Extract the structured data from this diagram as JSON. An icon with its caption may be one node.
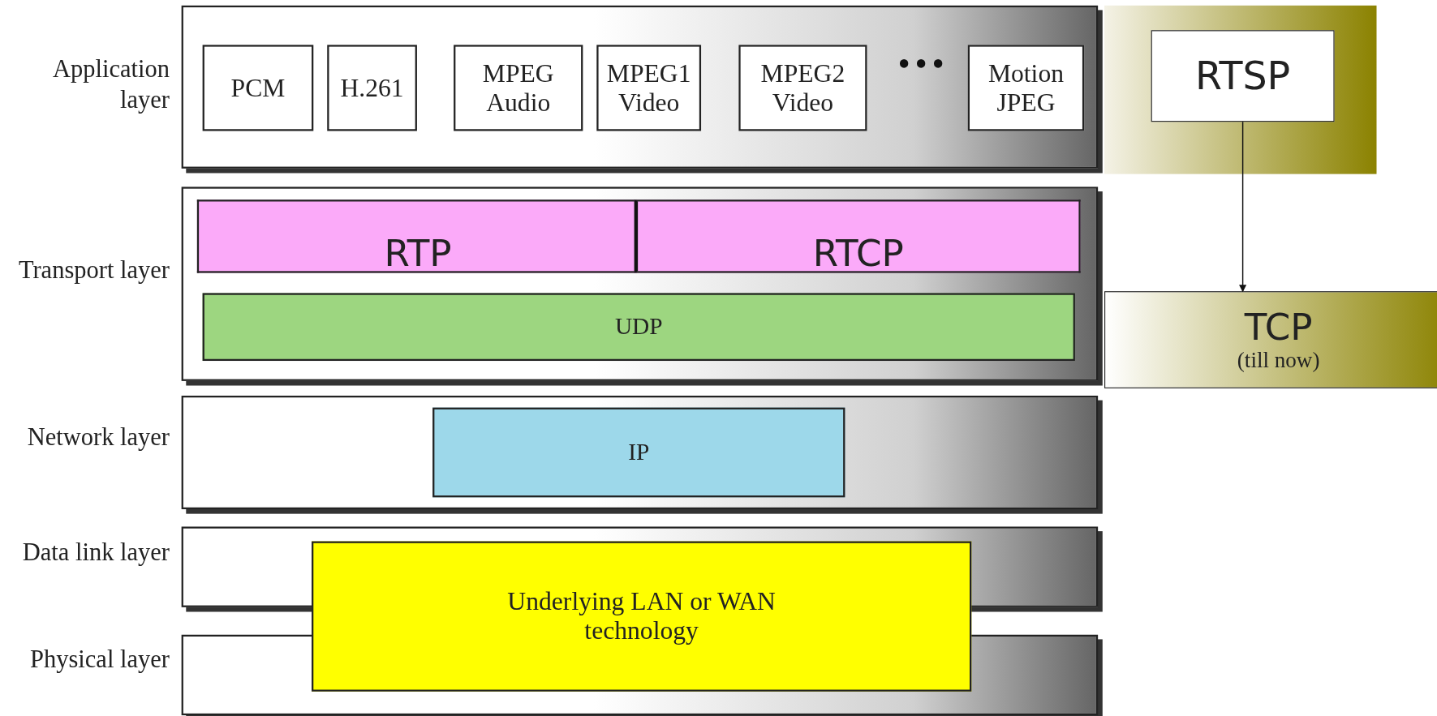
{
  "diagram": {
    "nodes": [
      {
        "text": [
          "Application layer"
        ]
      },
      {
        "text": [
          "PCM"
        ],
        "in": 0
      },
      {
        "text": [
          "H.261"
        ],
        "in": 0
      },
      {
        "text": [
          "MPEG Audio"
        ],
        "in": 0
      },
      {
        "text": [
          "MPEG1 Video"
        ],
        "in": 0
      },
      {
        "text": [
          "MPEG2 Video"
        ],
        "in": 0
      },
      {
        "text": [
          "Motion JPEG"
        ],
        "in": 0
      },
      {
        "text": [
          "RTSP"
        ]
      },
      {
        "text": [
          "Transport layer"
        ]
      },
      {
        "text": [
          "RTP"
        ],
        "in": 8
      },
      {
        "text": [
          "RTCP"
        ],
        "in": 8
      },
      {
        "text": [
          "UDP"
        ],
        "in": 8
      },
      {
        "text": [
          "TCP",
          "(till now)"
        ]
      },
      {
        "text": [
          "Network layer"
        ]
      },
      {
        "text": [
          "IP"
        ],
        "in": 13
      },
      {
        "text": [
          "Data link layer"
        ]
      },
      {
        "text": [
          "Physical layer"
        ]
      },
      {
        "text": [
          "Underlying LAN or WAN technology"
        ]
      }
    ],
    "edges": [
      {
        "from": 7,
        "to": 12,
        "arrow": "to"
      }
    ],
    "labels": [
      "•••"
    ]
  }
}
